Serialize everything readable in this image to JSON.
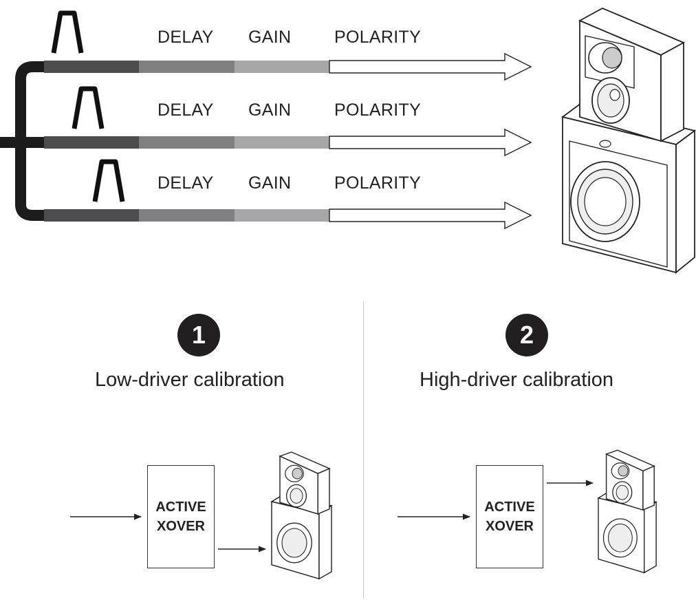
{
  "chains": [
    {
      "delay": "DELAY",
      "gain": "GAIN",
      "polarity": "POLARITY"
    },
    {
      "delay": "DELAY",
      "gain": "GAIN",
      "polarity": "POLARITY"
    },
    {
      "delay": "DELAY",
      "gain": "GAIN",
      "polarity": "POLARITY"
    }
  ],
  "colors": {
    "trunk": "#1c1c1c",
    "delay_segment": "#4d4d4f",
    "gain_segment": "#808083",
    "polarity_segment": "#a7a7aa",
    "badge": "#231f20",
    "divider": "#c8c8c8"
  },
  "steps": [
    {
      "number": "1",
      "title": "Low-driver calibration",
      "box_line1": "ACTIVE",
      "box_line2": "XOVER"
    },
    {
      "number": "2",
      "title": "High-driver calibration",
      "box_line1": "ACTIVE",
      "box_line2": "XOVER"
    }
  ],
  "icons": [
    "bandpass-filter-icon",
    "speaker-stack-icon",
    "arrow-right-icon"
  ]
}
